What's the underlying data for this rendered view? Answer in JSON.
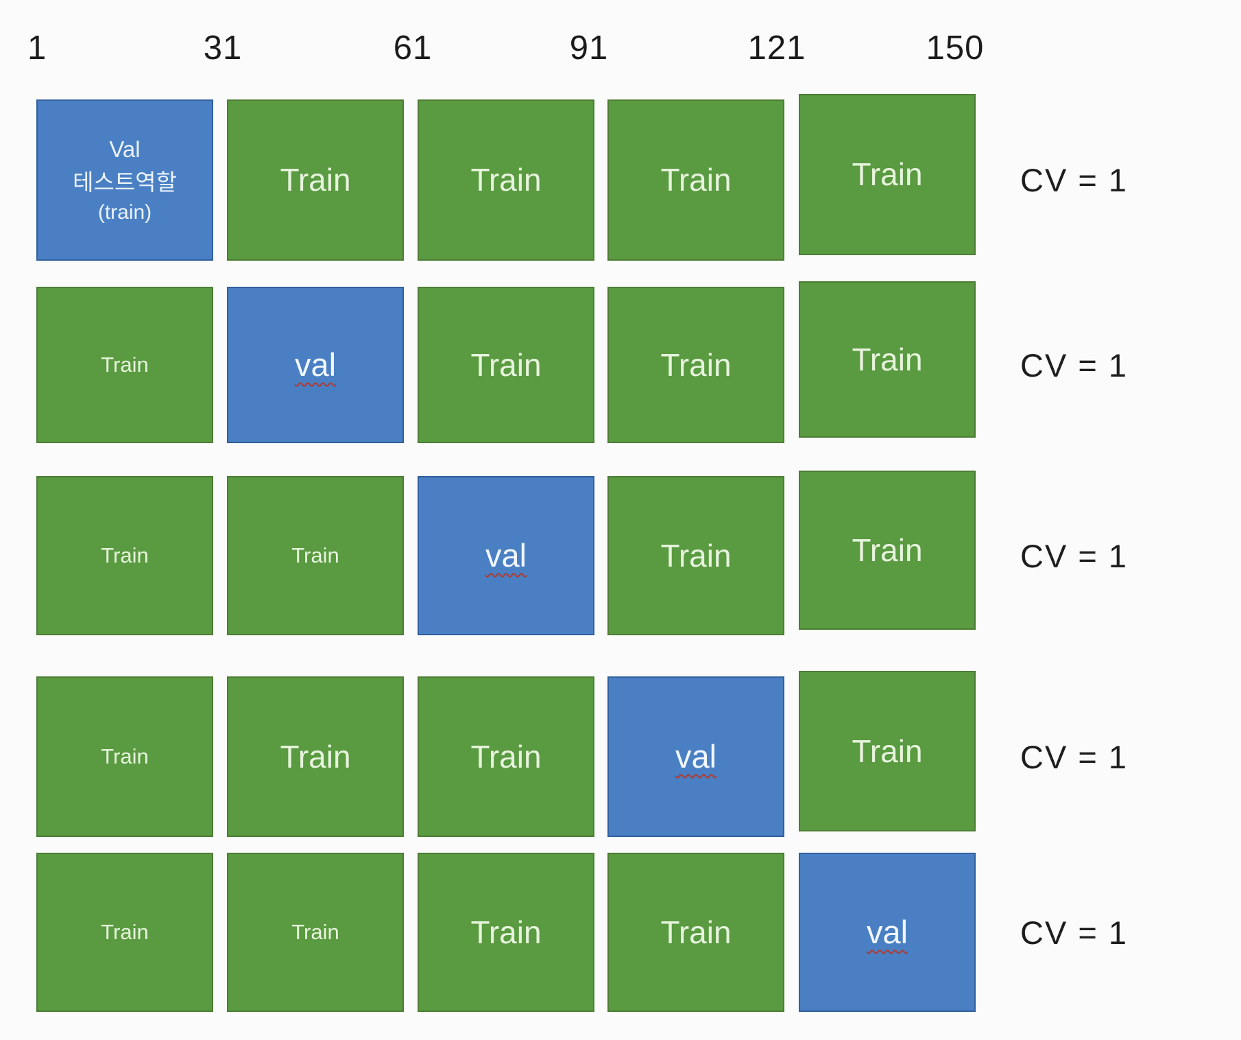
{
  "axis": {
    "ticks": [
      "1",
      "31",
      "61",
      "91",
      "121",
      "150"
    ]
  },
  "colors": {
    "train_fill": "#5a9a41",
    "train_border": "#4c7d33",
    "val_fill": "#4a80c3",
    "val_border": "#2f5f9e",
    "train_text": "#e7f4dd",
    "val_text": "#f2f7ff",
    "squiggle": "#b03a2e",
    "label_text": "#1e1e1e",
    "background": "#fbfbfc"
  },
  "rows": [
    {
      "cv": "CV = 1",
      "cells": [
        {
          "kind": "val",
          "lines": [
            "Val",
            "테스트역할",
            "(train)"
          ]
        },
        {
          "kind": "train",
          "label": "Train"
        },
        {
          "kind": "train",
          "label": "Train"
        },
        {
          "kind": "train",
          "label": "Train"
        },
        {
          "kind": "train",
          "label": "Train"
        }
      ]
    },
    {
      "cv": "CV = 1",
      "cells": [
        {
          "kind": "train",
          "label": "Train"
        },
        {
          "kind": "val",
          "label": "val"
        },
        {
          "kind": "train",
          "label": "Train"
        },
        {
          "kind": "train",
          "label": "Train"
        },
        {
          "kind": "train",
          "label": "Train"
        }
      ]
    },
    {
      "cv": "CV = 1",
      "cells": [
        {
          "kind": "train",
          "label": "Train"
        },
        {
          "kind": "train",
          "label": "Train"
        },
        {
          "kind": "val",
          "label": "val"
        },
        {
          "kind": "train",
          "label": "Train"
        },
        {
          "kind": "train",
          "label": "Train"
        }
      ]
    },
    {
      "cv": "CV = 1",
      "cells": [
        {
          "kind": "train",
          "label": "Train"
        },
        {
          "kind": "train",
          "label": "Train"
        },
        {
          "kind": "train",
          "label": "Train"
        },
        {
          "kind": "val",
          "label": "val"
        },
        {
          "kind": "train",
          "label": "Train"
        }
      ]
    },
    {
      "cv": "CV = 1",
      "cells": [
        {
          "kind": "train",
          "label": "Train"
        },
        {
          "kind": "train",
          "label": "Train"
        },
        {
          "kind": "train",
          "label": "Train"
        },
        {
          "kind": "train",
          "label": "Train"
        },
        {
          "kind": "val",
          "label": "val"
        }
      ]
    }
  ]
}
